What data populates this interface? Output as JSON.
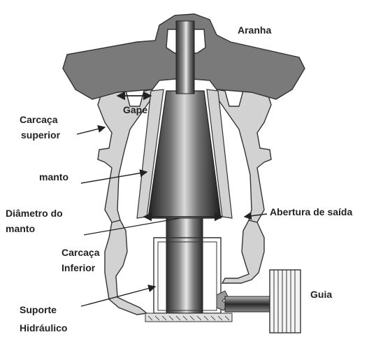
{
  "labels": {
    "aranha": "Aranha",
    "gape": "Gape",
    "carcaca_superior_1": "Carcaça",
    "carcaca_superior_2": "superior",
    "manto": "manto",
    "diametro_1": "Diâmetro do",
    "diametro_2": "manto",
    "abertura": "Abertura de saída",
    "carcaca_inferior_1": "Carcaça",
    "carcaca_inferior_2": "Inferior",
    "suporte": "Suporte",
    "hidraulico": "Hidráulico",
    "guia": "Guia"
  },
  "colors": {
    "shell_fill": "#d2d2d2",
    "spider_fill": "#7a7a7a",
    "outline": "#333333",
    "shaft_dark": "#3a3a3a",
    "shaft_light": "#d8d8d8"
  }
}
